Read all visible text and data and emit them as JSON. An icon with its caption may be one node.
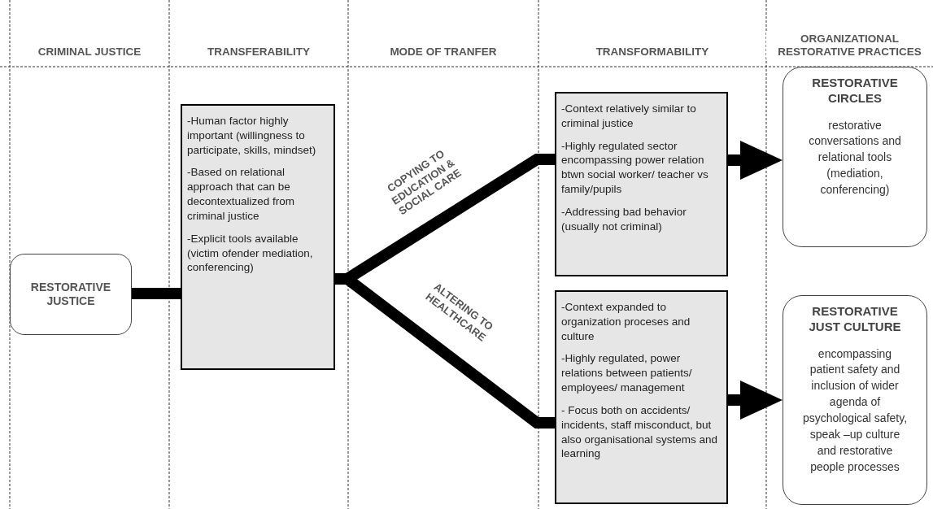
{
  "diagram": {
    "nodes": [
      {
        "text": [
          "RESTORATIVE JUSTICE"
        ]
      },
      {
        "text": [
          "-Human factor highly important (willingness to participate, skills, mindset)",
          "-Based on relational approach that can be decontextualized from criminal justice",
          "-Explicit tools available (victim ofender mediation, conferencing)"
        ]
      },
      {
        "text": [
          "-Context relatively similar to criminal justice",
          "-Highly regulated sector encompassing power relation btwn social worker/ teacher vs family/pupils",
          "-Addressing bad behavior (usually not criminal)"
        ]
      },
      {
        "text": [
          "-Context expanded to organization proceses and culture",
          "-Highly regulated, power relations between patients/ employees/ management",
          "- Focus both on accidents/ incidents, staff misconduct, but also organisational systems and  learning"
        ]
      },
      {
        "text": [
          "RESTORATIVE CIRCLES",
          "restorative conversations and relational tools (mediation, conferencing)"
        ]
      },
      {
        "text": [
          "RESTORATIVE JUST CULTURE",
          "encompassing patient safety and inclusion of wider agenda of psychological safety, speak –up culture and restorative people processes"
        ]
      }
    ],
    "edges": [
      {
        "from": 0,
        "to": 1,
        "arrow": "none"
      },
      {
        "from": 1,
        "to": 2,
        "arrow": "none",
        "label": "COPYING TO EDUCATION & SOCIAL CARE"
      },
      {
        "from": 1,
        "to": 3,
        "arrow": "none",
        "label": "ALTERING TO HEALTHCARE"
      },
      {
        "from": 2,
        "to": 4,
        "arrow": "to"
      },
      {
        "from": 3,
        "to": 5,
        "arrow": "to"
      }
    ],
    "labels": [
      "CRIMINAL JUSTICE",
      "TRANSFERABILITY",
      "MODE OF TRANFER",
      "TRANSFORMABILITY",
      "ORGANIZATIONAL RESTORATIVE PRACTICES"
    ]
  }
}
